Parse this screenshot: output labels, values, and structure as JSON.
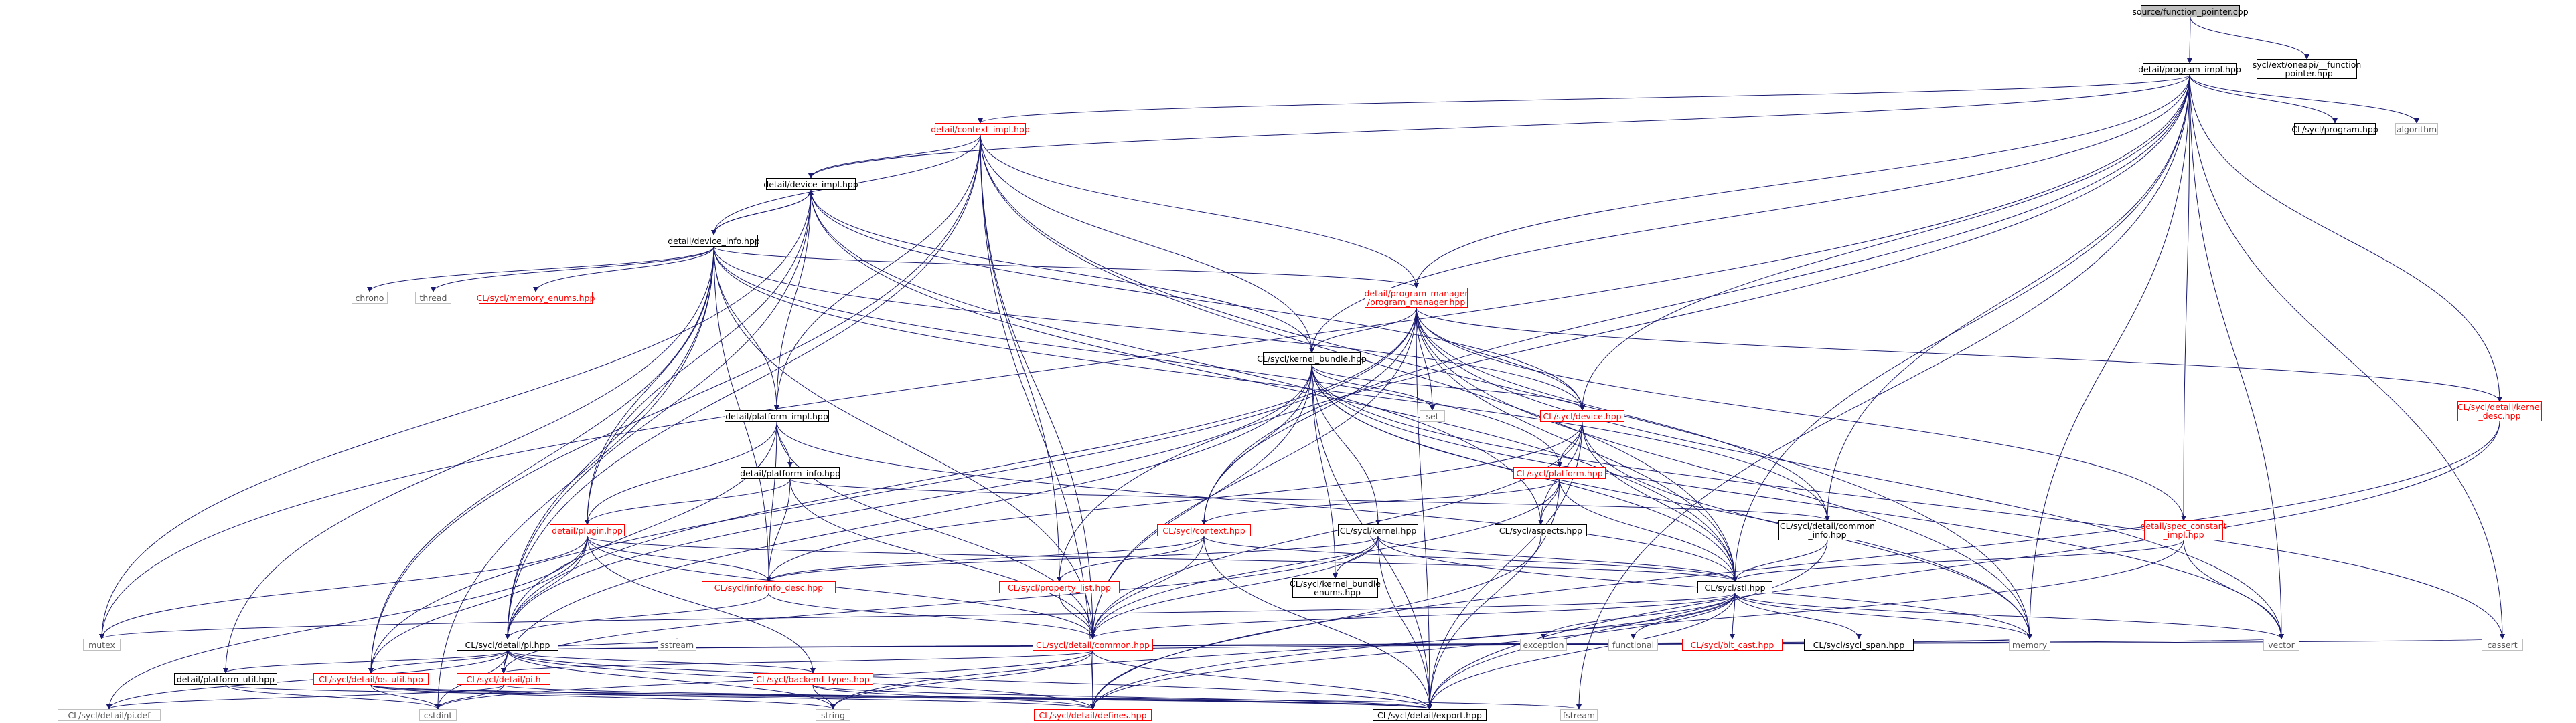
{
  "title": "source/function_pointer.cpp include dependency graph",
  "nodes": {
    "root": "source/function_pointer.cpp",
    "program_impl": "detail/program_impl.hpp",
    "ext_function_pointer": "sycl/ext/oneapi/__function\n_pointer.hpp",
    "context_impl": "detail/context_impl.hpp",
    "cl_program": "CL/sycl/program.hpp",
    "algorithm": "algorithm",
    "device_impl": "detail/device_impl.hpp",
    "device_info": "detail/device_info.hpp",
    "chrono": "chrono",
    "thread": "thread",
    "memory_enums": "CL/sycl/memory_enums.hpp",
    "program_manager": "detail/program_manager\n/program_manager.hpp",
    "kernel_bundle": "CL/sycl/kernel_bundle.hpp",
    "set": "set",
    "device": "CL/sycl/device.hpp",
    "kernel_desc": "CL/sycl/detail/kernel\n_desc.hpp",
    "platform_impl": "detail/platform_impl.hpp",
    "platform_info": "detail/platform_info.hpp",
    "platform": "CL/sycl/platform.hpp",
    "context": "CL/sycl/context.hpp",
    "kernel": "CL/sycl/kernel.hpp",
    "aspects": "CL/sycl/aspects.hpp",
    "common_info": "CL/sycl/detail/common\n_info.hpp",
    "spec_constant_impl": "detail/spec_constant\n_impl.hpp",
    "plugin": "detail/plugin.hpp",
    "kernel_bundle_enums": "CL/sycl/kernel_bundle\n_enums.hpp",
    "info_desc": "CL/sycl/info/info_desc.hpp",
    "property_list": "CL/sycl/property_list.hpp",
    "stl": "CL/sycl/stl.hpp",
    "mutex": "mutex",
    "pi_hpp": "CL/sycl/detail/pi.hpp",
    "common": "CL/sycl/detail/common.hpp",
    "exception": "exception",
    "functional": "functional",
    "bit_cast": "CL/sycl/bit_cast.hpp",
    "sycl_span": "CL/sycl/sycl_span.hpp",
    "sstream": "sstream",
    "memory": "memory",
    "vector": "vector",
    "cassert": "cassert",
    "platform_util": "detail/platform_util.hpp",
    "os_util": "CL/sycl/detail/os_util.hpp",
    "pi_h": "CL/sycl/detail/pi.h",
    "backend_types": "CL/sycl/backend_types.hpp",
    "pi_def": "CL/sycl/detail/pi.def",
    "cstdint": "cstdint",
    "string": "string",
    "defines": "CL/sycl/detail/defines.hpp",
    "export": "CL/sycl/detail/export.hpp",
    "fstream": "fstream"
  },
  "colors": {
    "edge": "#191970",
    "missing_border": "#ff0000",
    "root_fill": "#bfbfbf"
  }
}
